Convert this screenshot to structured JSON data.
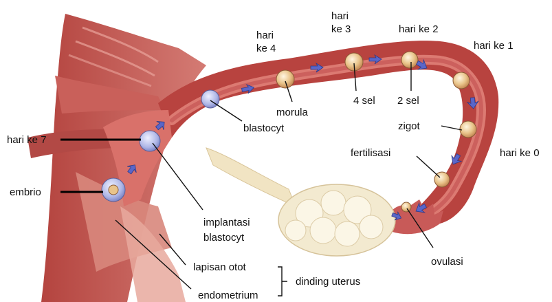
{
  "labels": {
    "hari_ke_0": "hari ke 0",
    "hari_ke_1": "hari ke 1",
    "hari_ke_2": "hari ke 2",
    "hari_ke_3_line1": "hari",
    "hari_ke_3_line2": "ke 3",
    "hari_ke_4_line1": "hari",
    "hari_ke_4_line2": "ke 4",
    "hari_ke_7": "hari ke 7",
    "morula": "morula",
    "blastocyt": "blastocyt",
    "four_cell": "4 sel",
    "two_cell": "2 sel",
    "zigot": "zigot",
    "fertilisasi": "fertilisasi",
    "embrio": "embrio",
    "implantasi_line1": "implantasi",
    "implantasi_line2": "blastocyt",
    "ovulasi": "ovulasi",
    "lapisan_otot": "lapisan otot",
    "endometrium": "endometrium",
    "dinding_uterus": "dinding uterus"
  },
  "colors": {
    "tissue_dark": "#a83a3a",
    "tissue_mid": "#c85a58",
    "tissue_light": "#e39a8f",
    "lumen": "#d9716a",
    "ovary": "#f3ead0",
    "arrow": "#5a66c8"
  }
}
